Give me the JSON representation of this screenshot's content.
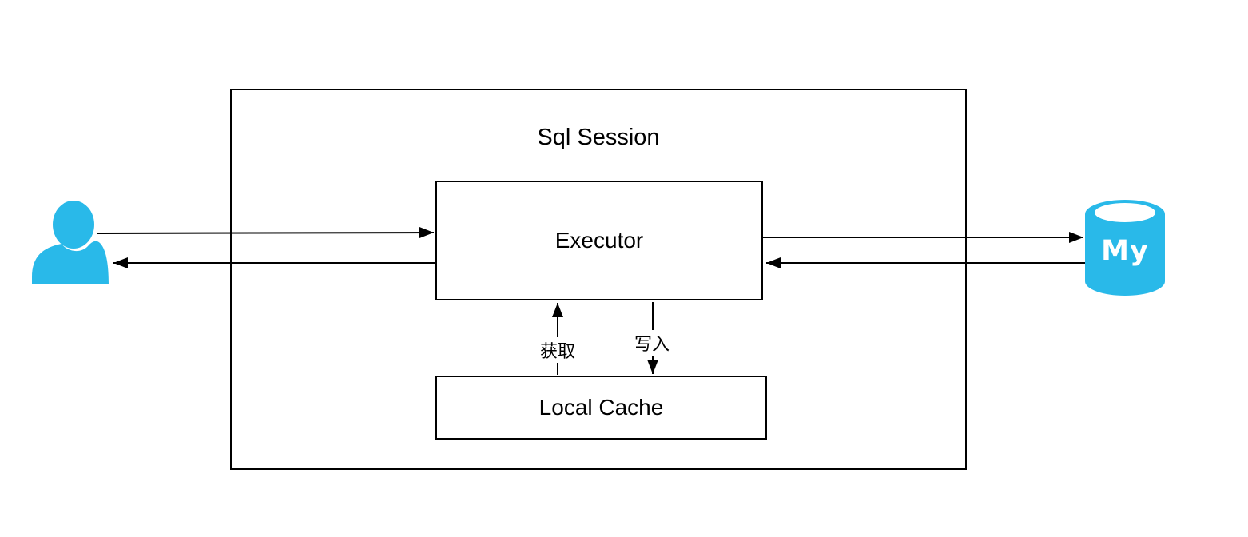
{
  "diagram": {
    "title": "Sql Session",
    "nodes": {
      "executor": {
        "label": "Executor"
      },
      "local_cache": {
        "label": "Local Cache"
      },
      "database": {
        "label": "My"
      }
    },
    "edge_labels": {
      "fetch": "获取",
      "write": "写入"
    },
    "icons": {
      "user": "user-person-icon",
      "database": "mysql-database-cylinder-icon"
    },
    "colors": {
      "icon_cyan": "#29B9E9",
      "line": "#000000",
      "background": "#FFFFFF"
    }
  }
}
